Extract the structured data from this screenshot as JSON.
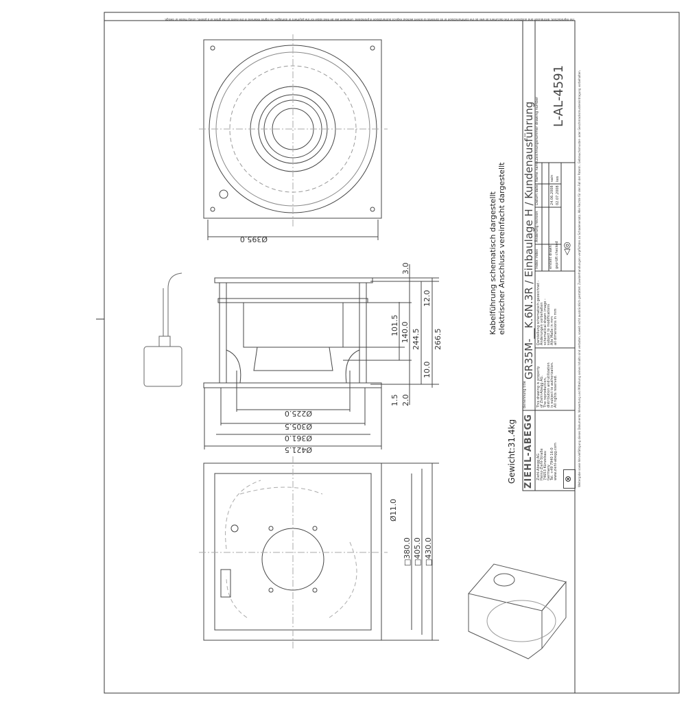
{
  "legal_notice_en": "The reproduction, distribution and utilization of this document as well as the communication of its contents to others without explicit authorization is prohibited. Offenders will be held liable for the payment of damages. All rights reserved in the event of the grant of a patent, utility model or design.",
  "legal_notice_de": "Weitergabe sowie Vervielfältigung dieses Dokuments, Verwertung und Mitteilung seines Inhalts sind verboten, soweit nicht ausdrücklich gestattet. Zuwiderhandlungen verpflichten zu Schadenersatz. Alle Rechte für den Fall der Patent-, Gebrauchsmuster- oder Geschmacksmustereintragung vorbehalten.",
  "dimensions": {
    "top_view_diameter": "Ø395.0",
    "side_vertical": [
      "3.0",
      "12.0",
      "101.5",
      "140.0",
      "244.5",
      "266.5",
      "10.0",
      "1.5",
      "2.0"
    ],
    "side_diameters": [
      "Ø225.0",
      "Ø305.5",
      "Ø361.0",
      "Ø421.5"
    ],
    "bottom_hole": "Ø11.0",
    "bottom_squares": [
      "□380.0",
      "□405.0",
      "□430.0"
    ]
  },
  "weight": "Gewicht:31.4kg",
  "notes": [
    "Kabelführung schematisch dargestellt",
    "elektrischer Anschluss vereinfacht dargestellt"
  ],
  "title_block": {
    "company": "ZIEHL-ABEGG",
    "address": [
      "Ziehl-Abegg AG",
      "Heinz-Ziehl-Straße",
      "74653 Künzelsau",
      "Germany",
      "Tel. +49 7940 16-0",
      "www.ziehl-abegg.com"
    ],
    "property_note": [
      "This drawing is property",
      "of Ziehl-Abegg AG.",
      "The reproduction,",
      "distribution and utilization",
      "is subject to authorization.",
      "All rights reserved."
    ],
    "schematic_note": [
      "Darstellung schematisch gezeichnet -",
      "Änderungen vorbehalten",
      "schematical drawn image -",
      "subject to modifications",
      "Alle Maße in mm",
      "all dimensions in mm"
    ],
    "designation_label": "Benennung title",
    "title": "GR35M-__K.6N.3R / Einbaulage H / Kundenausführung",
    "table_headers": [
      "Index index",
      "Änderung revision",
      "Datum date",
      "Name name"
    ],
    "rows": [
      {
        "label": "erstellt drawn",
        "date": "24.06.2008",
        "name": "sain"
      },
      {
        "label": "geprüft checked",
        "date": "02.07.2008",
        "name": "kes"
      }
    ],
    "drawing_number_label": "Zeichnungsnummer drawing number",
    "drawing_number": "L-AL-4591"
  }
}
